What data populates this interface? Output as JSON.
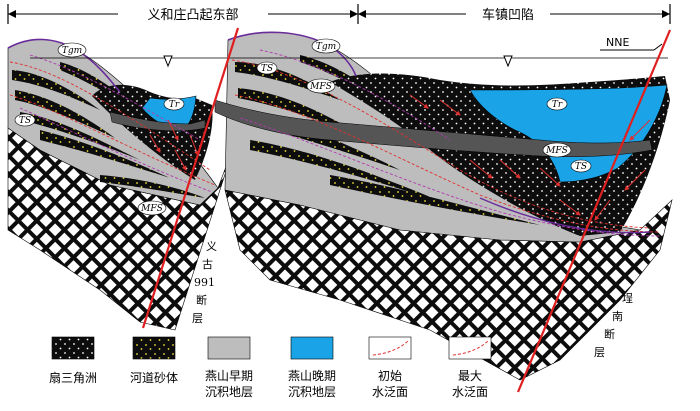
{
  "header": {
    "left_region": "义和庄凸起东部",
    "right_region": "车镇凹陷"
  },
  "direction": "NNE",
  "faults": {
    "left": [
      "义",
      "古",
      "991",
      "断",
      "层"
    ],
    "right": [
      "埕",
      "南",
      "断",
      "层"
    ]
  },
  "ovals": {
    "tgm": "Tgm",
    "ts": "TS",
    "mfs": "MFS",
    "tr": "Tr"
  },
  "legend": [
    {
      "label_lines": [
        "扇三角洲"
      ],
      "swatch": "fan-delta"
    },
    {
      "label_lines": [
        "河道砂体"
      ],
      "swatch": "channel-sand"
    },
    {
      "label_lines": [
        "燕山早期",
        "沉积地层"
      ],
      "swatch": "early-yanshan"
    },
    {
      "label_lines": [
        "燕山晚期",
        "沉积地层"
      ],
      "swatch": "late-yanshan"
    },
    {
      "label_lines": [
        "初始",
        "水泛面"
      ],
      "swatch": "initial-flood"
    },
    {
      "label_lines": [
        "最大",
        "水泛面"
      ],
      "swatch": "max-flood"
    }
  ],
  "colors": {
    "black_fill": "#0d0d0d",
    "gray_fill": "#bdbdbd",
    "blue_fill": "#1aa3e6",
    "fault_red": "#e02020",
    "flood_red": "#e03030",
    "flood_purple": "#b03ab0",
    "sand_yellow": "#f2e23a"
  }
}
